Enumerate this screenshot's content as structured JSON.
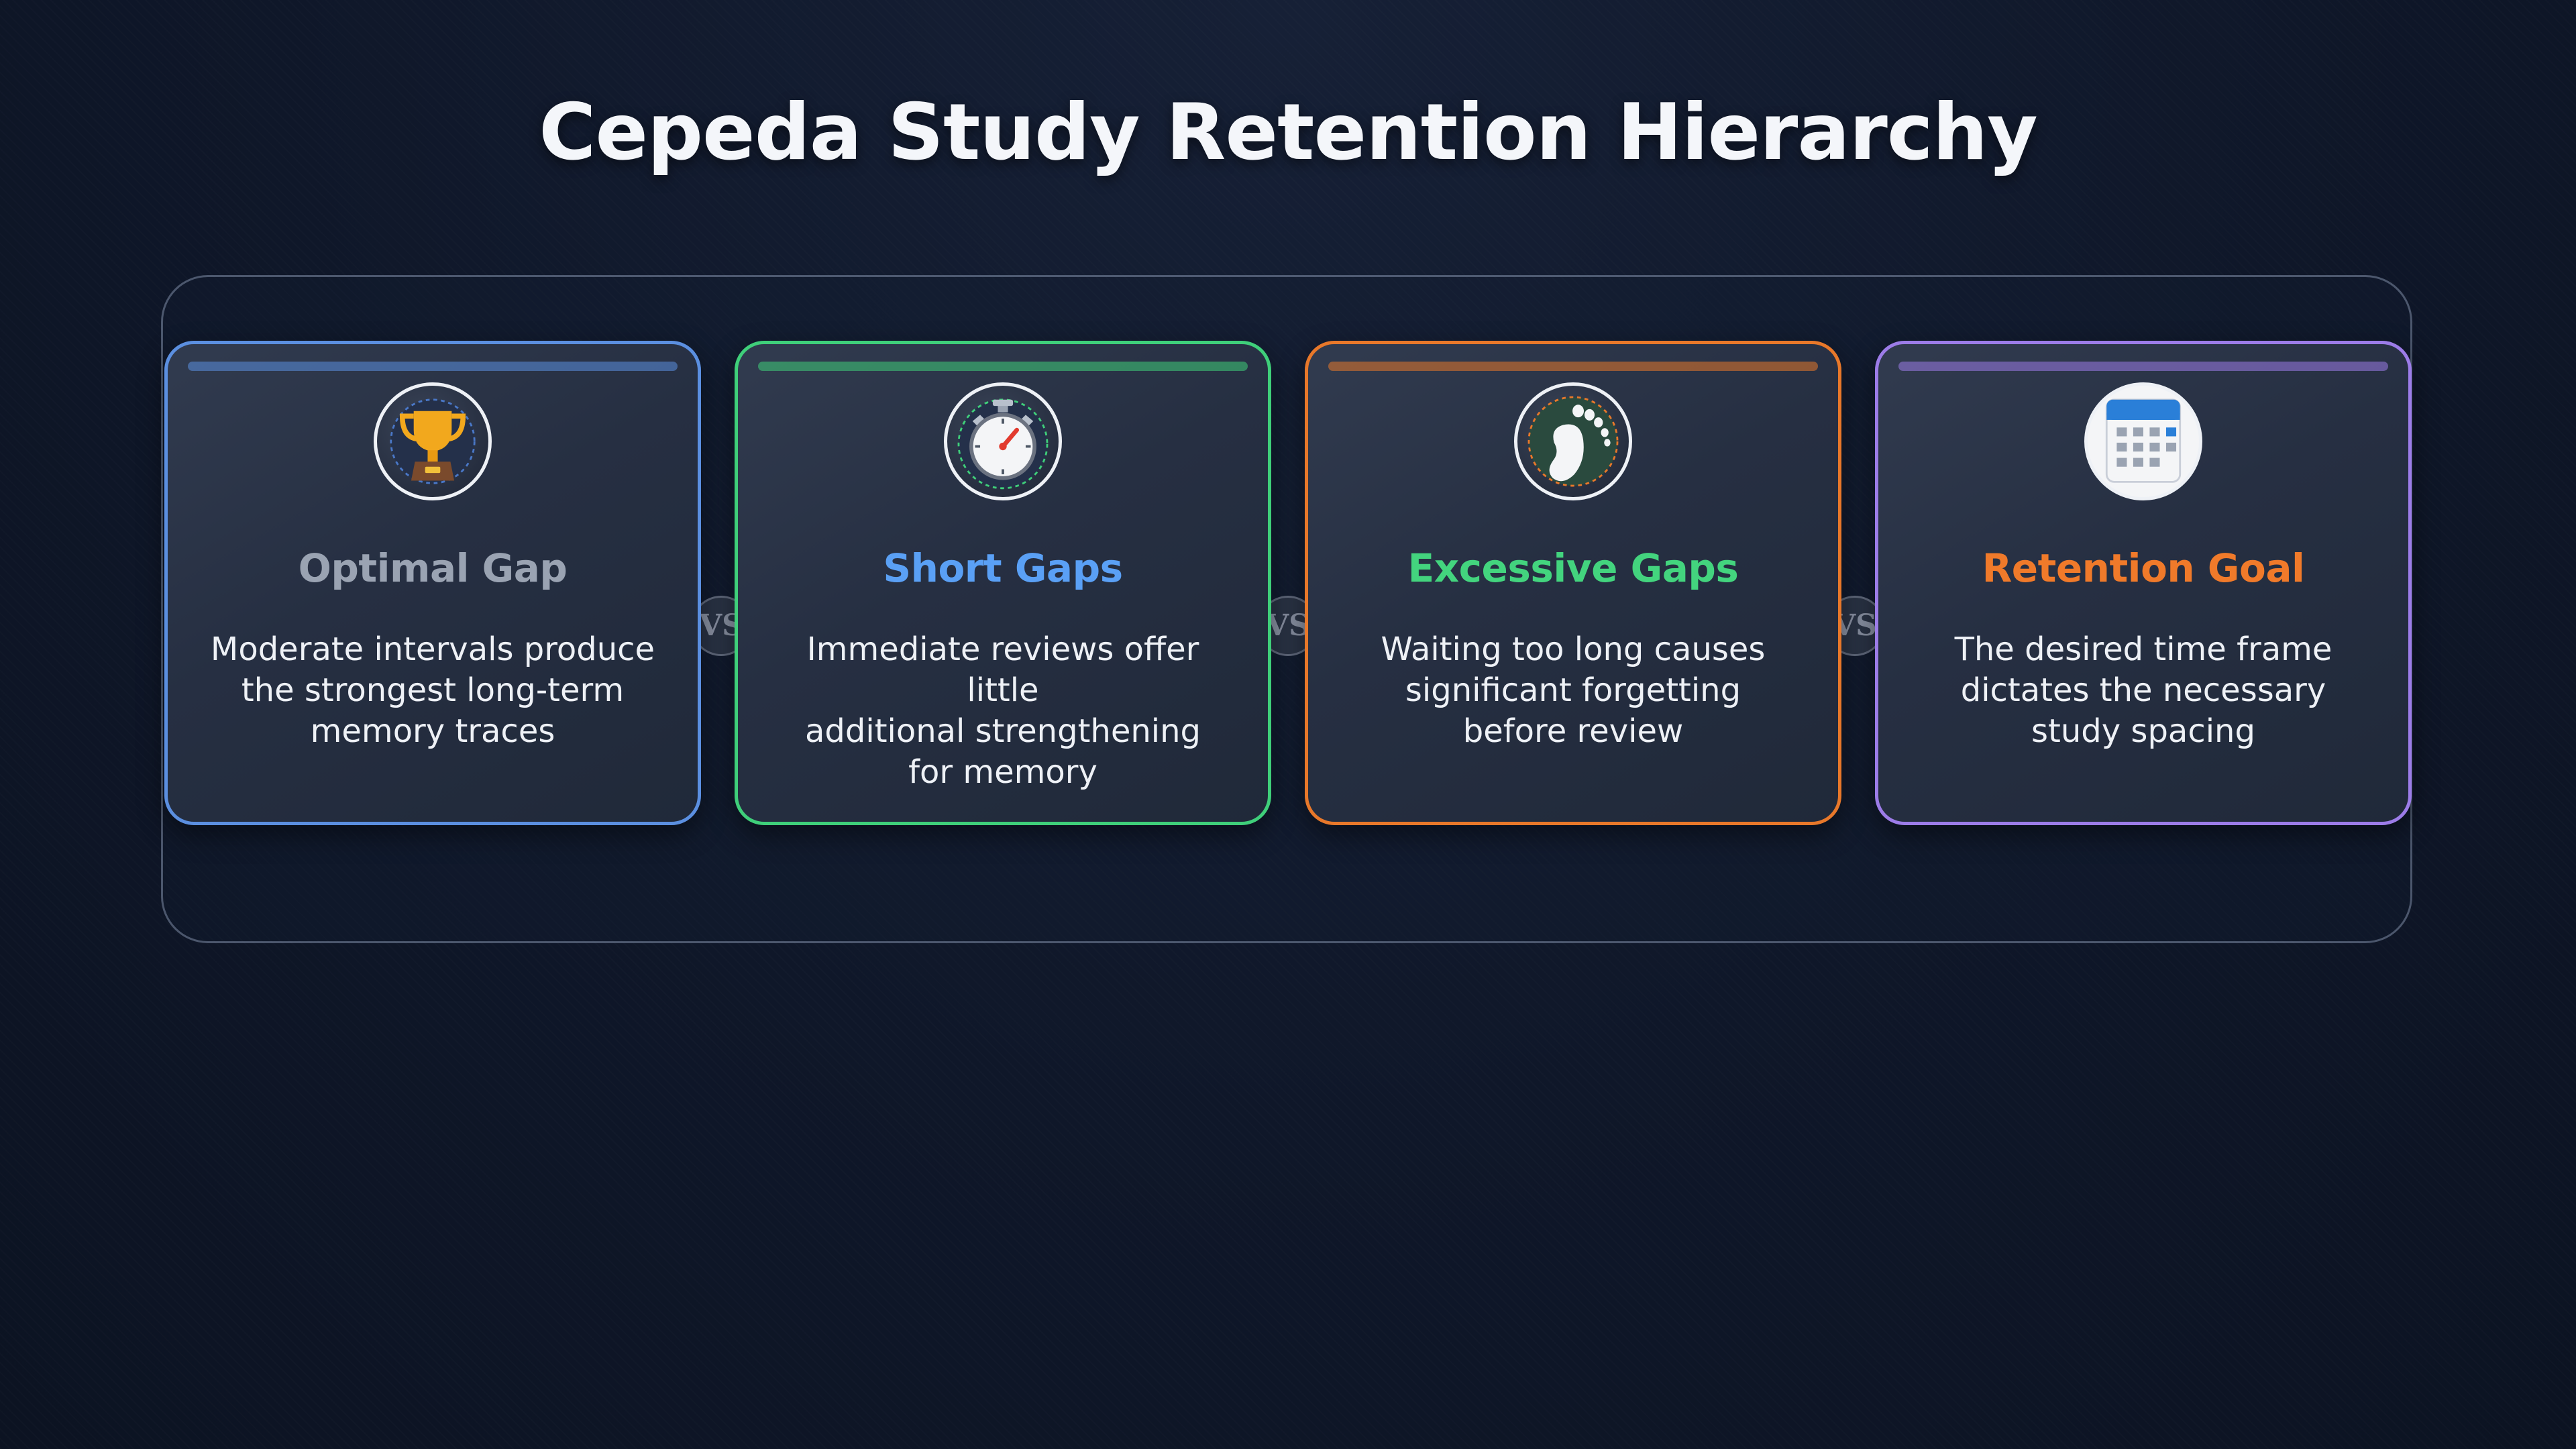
{
  "title": "Cepeda Study Retention Hierarchy",
  "separator_label": "VS",
  "cards": [
    {
      "heading": "Optimal Gap",
      "description_lines": [
        "Moderate intervals produce",
        "the strongest long-term",
        "memory traces"
      ],
      "icon": "trophy-icon",
      "border_color": "#5b8fe0",
      "heading_color": "#9aa3b2"
    },
    {
      "heading": "Short Gaps",
      "description_lines": [
        "Immediate reviews offer little",
        "additional strengthening",
        "for memory"
      ],
      "icon": "stopwatch-icon",
      "border_color": "#3fcf7a",
      "heading_color": "#5aa0f5"
    },
    {
      "heading": "Excessive Gaps",
      "description_lines": [
        "Waiting too long causes",
        "significant forgetting",
        "before review"
      ],
      "icon": "footprint-icon",
      "border_color": "#e8782a",
      "heading_color": "#43d47e"
    },
    {
      "heading": "Retention Goal",
      "description_lines": [
        "The desired time frame",
        "dictates the necessary",
        "study spacing"
      ],
      "icon": "calendar-icon",
      "border_color": "#9c7ce8",
      "heading_color": "#f07a2a"
    }
  ]
}
